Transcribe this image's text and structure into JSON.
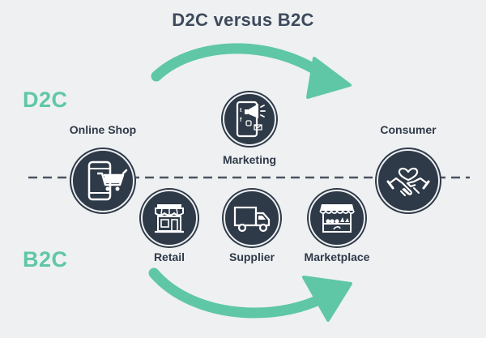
{
  "title": "D2C versus B2C",
  "d2c_label": "D2C",
  "b2c_label": "B2C",
  "nodes": {
    "online_shop": "Online Shop",
    "marketing": "Marketing",
    "consumer": "Consumer",
    "retail": "Retail",
    "supplier": "Supplier",
    "marketplace": "Marketplace"
  },
  "colors": {
    "accent": "#5fc7a6",
    "dark": "#2f3a48",
    "background": "#eef0f2"
  },
  "icons": {
    "online_shop": "phone-cart-icon",
    "marketing": "megaphone-phone-icon",
    "consumer": "handshake-heart-icon",
    "retail": "storefront-icon",
    "supplier": "truck-icon",
    "marketplace": "market-stall-icon"
  }
}
